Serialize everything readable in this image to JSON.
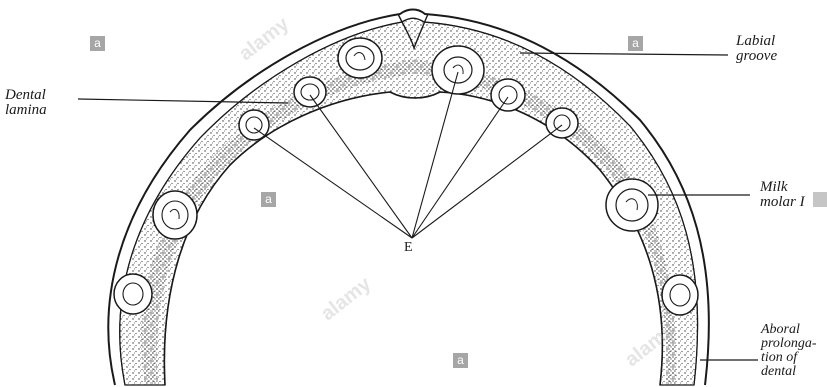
{
  "labels": {
    "labial_groove": [
      "Labial",
      "groove"
    ],
    "dental_lamina": [
      "Dental",
      "lamina"
    ],
    "milk_molar": [
      "Milk",
      "molar I"
    ],
    "aboral": [
      "Aboral",
      "prolonga-",
      "tion of",
      "dental"
    ],
    "e_point": "E"
  },
  "watermark": {
    "badge": "a",
    "word": "alamy"
  },
  "colors": {
    "ink": "#1a1a1a",
    "background": "#ffffff"
  }
}
